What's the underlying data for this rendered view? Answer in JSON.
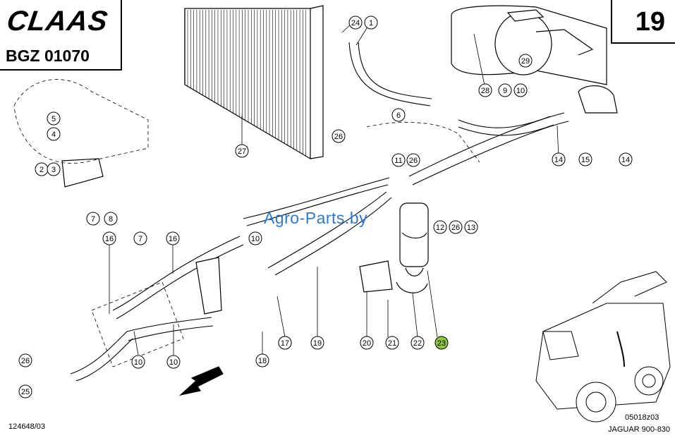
{
  "brand": "CLAAS",
  "catalog_code": "BGZ 01070",
  "page_number": "19",
  "watermark": "Agro-Parts.by",
  "doc_number": "124648/03",
  "figure_code": "05018z03",
  "model": "JAGUAR 900-830",
  "highlight_color": "#8dc63f",
  "callouts": [
    "24",
    "1",
    "29",
    "28",
    "9",
    "10",
    "5",
    "4",
    "6",
    "26",
    "27",
    "2",
    "3",
    "14",
    "15",
    "14",
    "7",
    "8",
    "11",
    "26",
    "12",
    "26",
    "13",
    "16",
    "7",
    "16",
    "10",
    "10",
    "26",
    "25",
    "17",
    "10",
    "18",
    "17",
    "19",
    "20",
    "21",
    "22",
    "23"
  ]
}
